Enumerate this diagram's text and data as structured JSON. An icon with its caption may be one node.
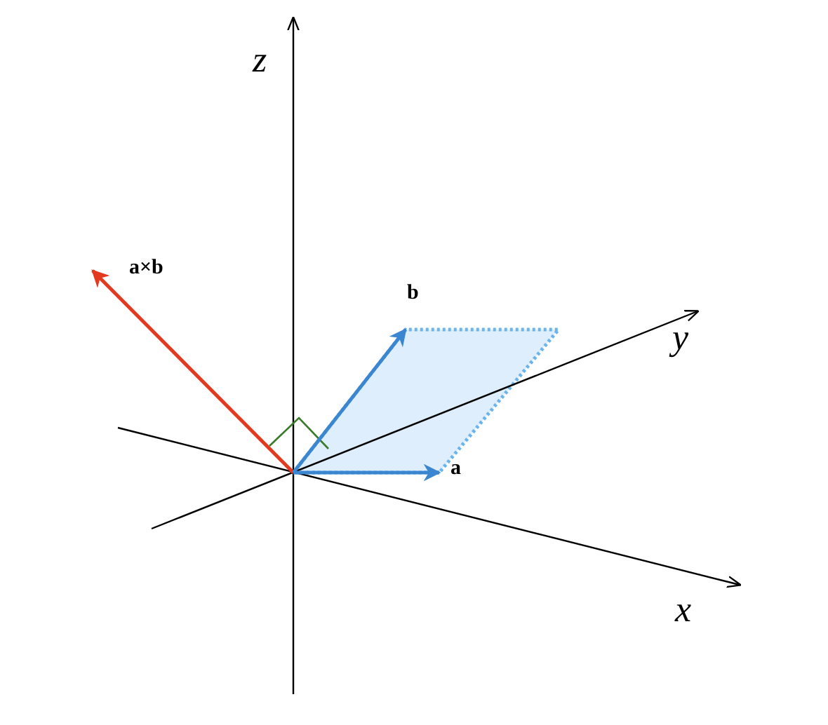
{
  "diagram": {
    "labels": [
      "z",
      "a×b",
      "b",
      "y",
      "a",
      "x"
    ]
  }
}
